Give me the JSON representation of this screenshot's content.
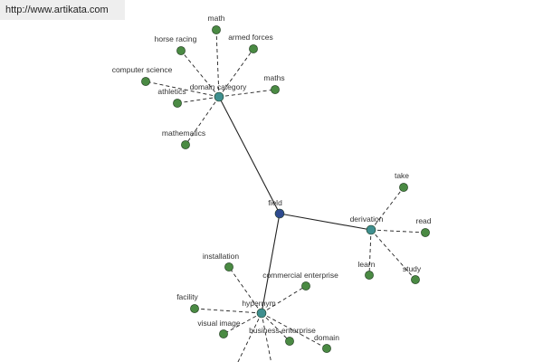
{
  "site_url": "http://www.artikata.com",
  "colors": {
    "center_node": "#2e4a8f",
    "hub_node": "#3f8f8f",
    "leaf_node": "#4a8a43",
    "edge": "#222222"
  },
  "nodes": [
    {
      "id": "field",
      "label": "field",
      "kind": "center"
    },
    {
      "id": "domain_category",
      "label": "domain category",
      "kind": "hub"
    },
    {
      "id": "derivation",
      "label": "derivation",
      "kind": "hub"
    },
    {
      "id": "hypernym",
      "label": "hypernym",
      "kind": "hub"
    },
    {
      "id": "math",
      "label": "math",
      "kind": "leaf"
    },
    {
      "id": "horse_racing",
      "label": "horse racing",
      "kind": "leaf"
    },
    {
      "id": "armed_forces",
      "label": "armed forces",
      "kind": "leaf"
    },
    {
      "id": "computer_science",
      "label": "computer science",
      "kind": "leaf"
    },
    {
      "id": "maths",
      "label": "maths",
      "kind": "leaf"
    },
    {
      "id": "athletics",
      "label": "athletics",
      "kind": "leaf"
    },
    {
      "id": "mathematics",
      "label": "mathematics",
      "kind": "leaf"
    },
    {
      "id": "take",
      "label": "take",
      "kind": "leaf"
    },
    {
      "id": "read",
      "label": "read",
      "kind": "leaf"
    },
    {
      "id": "learn",
      "label": "learn",
      "kind": "leaf"
    },
    {
      "id": "study",
      "label": "study",
      "kind": "leaf"
    },
    {
      "id": "installation",
      "label": "installation",
      "kind": "leaf"
    },
    {
      "id": "commercial_enterprise",
      "label": "commercial enterprise",
      "kind": "leaf"
    },
    {
      "id": "facility",
      "label": "facility",
      "kind": "leaf"
    },
    {
      "id": "visual_image",
      "label": "visual image",
      "kind": "leaf"
    },
    {
      "id": "business_enterprise",
      "label": "business enterprise",
      "kind": "leaf"
    },
    {
      "id": "domain",
      "label": "domain",
      "kind": "leaf"
    }
  ],
  "edges": [
    {
      "from": "field",
      "to": "domain_category",
      "style": "solid"
    },
    {
      "from": "field",
      "to": "derivation",
      "style": "solid"
    },
    {
      "from": "field",
      "to": "hypernym",
      "style": "solid"
    },
    {
      "from": "domain_category",
      "to": "math",
      "style": "dashed"
    },
    {
      "from": "domain_category",
      "to": "horse_racing",
      "style": "dashed"
    },
    {
      "from": "domain_category",
      "to": "armed_forces",
      "style": "dashed"
    },
    {
      "from": "domain_category",
      "to": "computer_science",
      "style": "dashed"
    },
    {
      "from": "domain_category",
      "to": "maths",
      "style": "dashed"
    },
    {
      "from": "domain_category",
      "to": "athletics",
      "style": "dashed"
    },
    {
      "from": "domain_category",
      "to": "mathematics",
      "style": "dashed"
    },
    {
      "from": "derivation",
      "to": "take",
      "style": "dashed"
    },
    {
      "from": "derivation",
      "to": "read",
      "style": "dashed"
    },
    {
      "from": "derivation",
      "to": "learn",
      "style": "dashed"
    },
    {
      "from": "derivation",
      "to": "study",
      "style": "dashed"
    },
    {
      "from": "hypernym",
      "to": "installation",
      "style": "dashed"
    },
    {
      "from": "hypernym",
      "to": "commercial_enterprise",
      "style": "dashed"
    },
    {
      "from": "hypernym",
      "to": "facility",
      "style": "dashed"
    },
    {
      "from": "hypernym",
      "to": "visual_image",
      "style": "dashed"
    },
    {
      "from": "hypernym",
      "to": "business_enterprise",
      "style": "dashed"
    },
    {
      "from": "hypernym",
      "to": "domain",
      "style": "dashed"
    }
  ]
}
